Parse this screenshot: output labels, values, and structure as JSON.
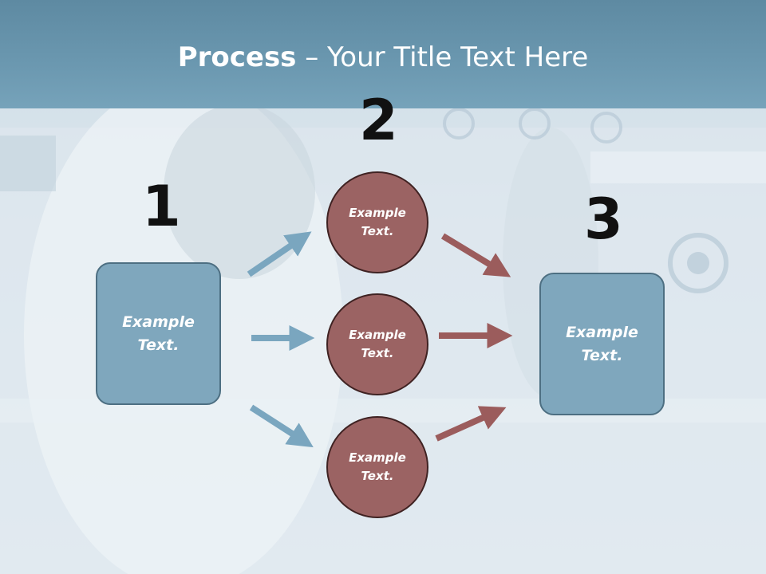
{
  "title": {
    "bold": "Process",
    "rest": " – Your Title Text Here"
  },
  "steps": [
    {
      "number": "1"
    },
    {
      "number": "2"
    },
    {
      "number": "3"
    }
  ],
  "left_box": {
    "text": "Example\nText."
  },
  "right_box": {
    "text": "Example\nText."
  },
  "circles": [
    {
      "text": "Example\nText."
    },
    {
      "text": "Example\nText."
    },
    {
      "text": "Example\nText."
    }
  ],
  "colors": {
    "title_bar": "#6b98b0",
    "box_fill": "#7fa7bd",
    "circle_fill": "#9b6363",
    "arrow_blue": "#7aa6bf",
    "arrow_red": "#9b5c5c"
  }
}
